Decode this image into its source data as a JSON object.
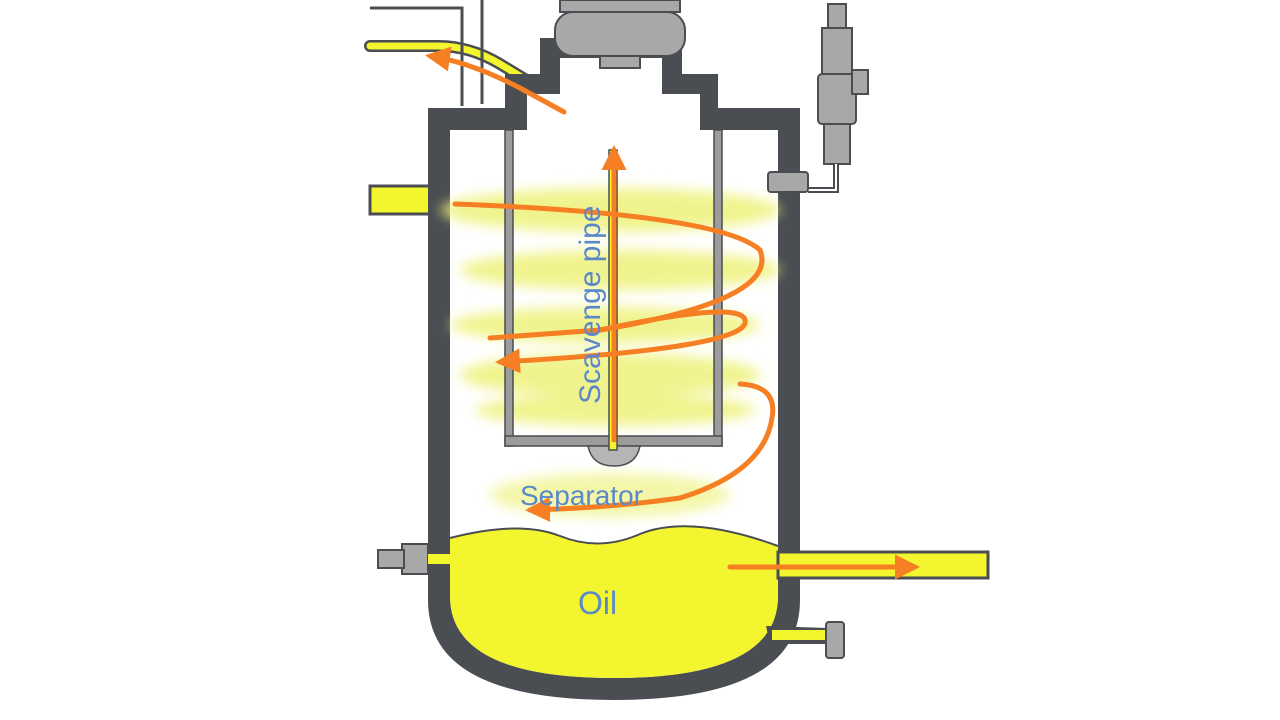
{
  "labels": {
    "scavenge_pipe": "Scavenge pipe",
    "separator": "Separator",
    "oil": "Oil"
  },
  "colors": {
    "background": "#ffffff",
    "vessel_wall": "#4a4d52",
    "vessel_interior": "#ffffff",
    "oil": "#f3f52e",
    "oil_mist": "#eef27a",
    "flow_arrow": "#f57f22",
    "label_text": "#5a88c8",
    "element_frame": "#9c9c9c",
    "fitting": "#a8a8a8"
  }
}
